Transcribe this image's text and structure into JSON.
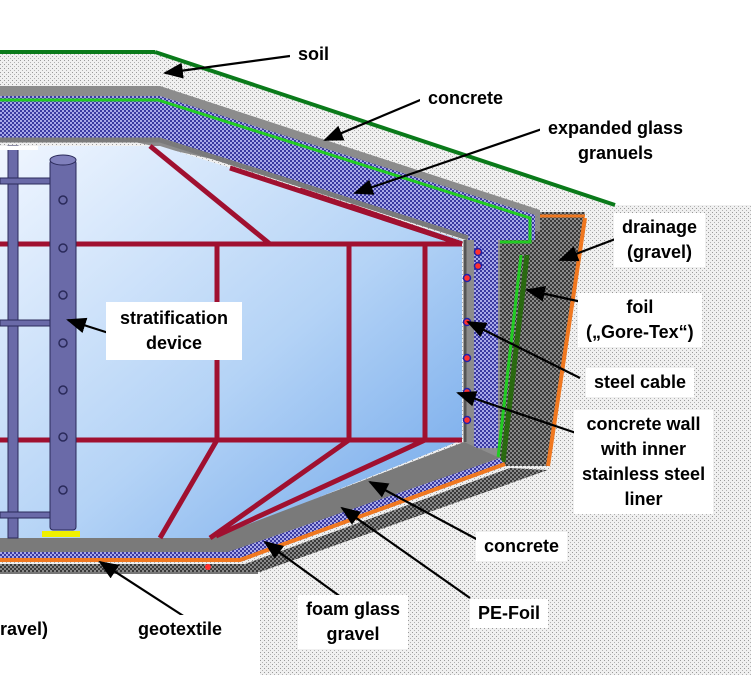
{
  "labels": {
    "soil": "soil",
    "concrete_top": "concrete",
    "expanded_glass_1": "expanded glass",
    "expanded_glass_2": "granuels",
    "drainage_1": "drainage",
    "drainage_2": "(gravel)",
    "foil_1": "foil",
    "foil_2": "(„Gore-Tex“)",
    "steel_cable": "steel cable",
    "concrete_wall_1": "concrete wall",
    "concrete_wall_2": "with inner",
    "concrete_wall_3": "stainless steel",
    "concrete_wall_4": "liner",
    "concrete_bottom": "concrete",
    "pe_foil": "PE-Foil",
    "foam_glass_1": "foam glass",
    "foam_glass_2": "gravel",
    "geotextile": "geotextile",
    "gravel_partial": "ravel)",
    "stratification_1": "stratification",
    "stratification_2": "device"
  },
  "colors": {
    "soil": "#dcdcdc",
    "soil_line": "#0a7a1a",
    "gravel": "#555555",
    "concrete": "#8c8c8c",
    "insulation": "#4a4ab0",
    "green_liner": "#22cc22",
    "orange_foil": "#f07820",
    "water_light": "#dcebfb",
    "water_dark": "#7fb2ec",
    "frame": "#a01030",
    "device": "#6a6aa8",
    "cable_dot": "#ff3030",
    "arrow": "#000000"
  }
}
